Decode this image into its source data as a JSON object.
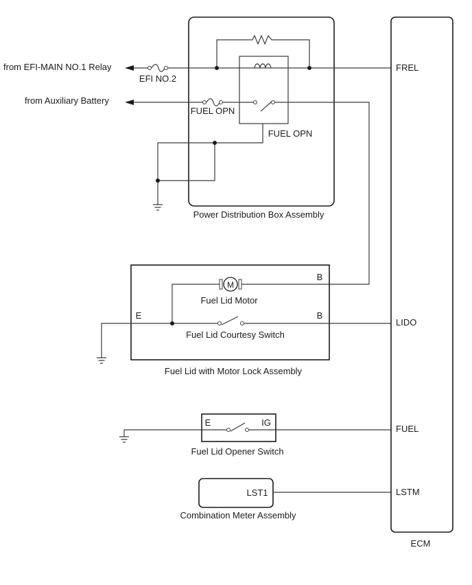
{
  "inputs": {
    "efi_main_relay": "from EFI-MAIN NO.1 Relay",
    "aux_battery": "from Auxiliary Battery"
  },
  "power_distribution_box": {
    "name": "Power Distribution Box Assembly",
    "fuse_efi": "EFI NO.2",
    "fuse_fuel_opn": "FUEL OPN",
    "relay_fuel_opn": "FUEL OPN"
  },
  "fuel_lid_lock_assembly": {
    "name": "Fuel Lid with Motor Lock Assembly",
    "motor": "Fuel Lid Motor",
    "motor_symbol": "M",
    "courtesy_switch": "Fuel Lid Courtesy Switch",
    "terminal_b_motor": "B",
    "terminal_b_switch": "B",
    "terminal_e": "E"
  },
  "opener_switch": {
    "name": "Fuel Lid Opener Switch",
    "terminal_e": "E",
    "terminal_ig": "IG"
  },
  "combination_meter": {
    "name": "Combination Meter Assembly",
    "terminal": "LST1"
  },
  "ecm": {
    "name": "ECM",
    "terminals": [
      "FREL",
      "LIDO",
      "FUEL",
      "LSTM"
    ]
  }
}
